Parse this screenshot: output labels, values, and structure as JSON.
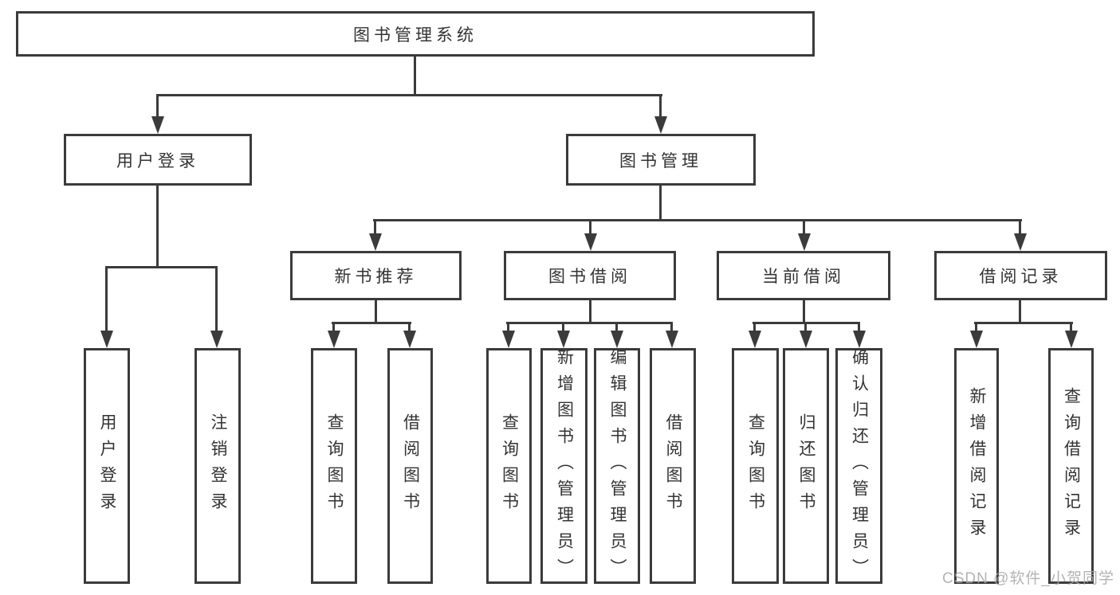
{
  "root": {
    "label": "图书管理系统"
  },
  "branches": {
    "user_login": {
      "label": "用户登录",
      "children": [
        {
          "label": "用户登录"
        },
        {
          "label": "注销登录"
        }
      ]
    },
    "book_management": {
      "label": "图书管理",
      "sections": [
        {
          "label": "新书推荐",
          "children": [
            {
              "label": "查询图书"
            },
            {
              "label": "借阅图书"
            }
          ]
        },
        {
          "label": "图书借阅",
          "children": [
            {
              "label": "查询图书"
            },
            {
              "label": "新增图书（管理员）"
            },
            {
              "label": "编辑图书（管理员）"
            },
            {
              "label": "借阅图书"
            }
          ]
        },
        {
          "label": "当前借阅",
          "children": [
            {
              "label": "查询图书"
            },
            {
              "label": "归还图书"
            },
            {
              "label": "确认归还（管理员）"
            }
          ]
        },
        {
          "label": "借阅记录",
          "children": [
            {
              "label": "新增借阅记录"
            },
            {
              "label": "查询借阅记录"
            }
          ]
        }
      ]
    }
  },
  "watermark": {
    "text": "CSDN @软件_小贺同学"
  },
  "colors": {
    "line": "#3b3b3b",
    "text": "#333333",
    "watermark": "#a6a6a6",
    "bg": "#ffffff"
  }
}
